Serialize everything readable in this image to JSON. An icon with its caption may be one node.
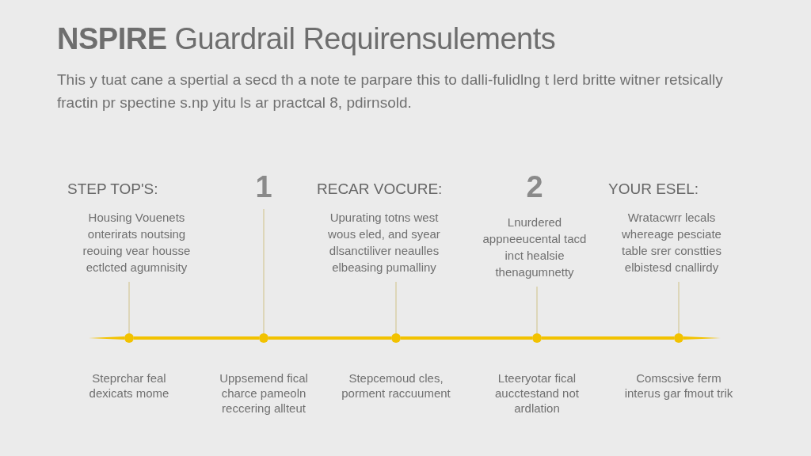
{
  "diagram": {
    "title": "**NSPIRE** Guardrail Requirensulements",
    "nodes": [
      {
        "text": [
          "STEP TOP'S:",
          "Housing Vouenets onterirats noutsing reouing vear housse ectlcted agumnisity"
        ]
      },
      {
        "text": [
          "1"
        ]
      },
      {
        "text": [
          "RECAR VOCURE:",
          "Upurating totns west wous eled, and syear dlsanctiliver neaulles elbeasing pumalliny"
        ]
      },
      {
        "text": [
          "2",
          "Lnurdered appneeucental tacd inct healsie thenagumnetty"
        ]
      },
      {
        "text": [
          "YOUR ESEL:",
          "Wratacwrr lecals whereage pesciate table srer constties elbistesd cnallirdy"
        ]
      },
      {
        "text": [],
        "shape": "circle",
        "beside": [
          "Steprchar feal dexicats mome"
        ]
      },
      {
        "text": [],
        "shape": "circle",
        "beside": [
          "Uppsemend fical charce pameoln reccering allteut"
        ]
      },
      {
        "text": [],
        "shape": "circle",
        "beside": [
          "Stepcemoud cles, porment raccuument"
        ]
      },
      {
        "text": [],
        "shape": "circle",
        "beside": [
          "Lteeryotar fical aucctestand not ardlation"
        ]
      },
      {
        "text": [],
        "shape": "circle",
        "beside": [
          "Comscsive ferm interus gar fmout trik"
        ]
      }
    ],
    "edges": [
      {
        "from": 5,
        "to": 0,
        "arrow": "none"
      },
      {
        "from": 6,
        "to": 1,
        "arrow": "none"
      },
      {
        "from": 7,
        "to": 2,
        "arrow": "none"
      },
      {
        "from": 8,
        "to": 3,
        "arrow": "none"
      },
      {
        "from": 9,
        "to": 4,
        "arrow": "none"
      },
      {
        "from": 5,
        "to": 6,
        "arrow": "none",
        "style": "thick",
        "color": "#f2c200"
      },
      {
        "from": 6,
        "to": 7,
        "arrow": "none",
        "style": "thick",
        "color": "#f2c200"
      },
      {
        "from": 7,
        "to": 8,
        "arrow": "none",
        "style": "thick",
        "color": "#f2c200"
      },
      {
        "from": 8,
        "to": 9,
        "arrow": "none",
        "style": "thick",
        "color": "#f2c200"
      }
    ],
    "labels": [
      "This y tuat cane a spertial a secd th a note te parpare this to dalli-fulidlng t lerd britte witner retsically fractin pr spectine s.np yitu ls ar practcal 8, pdirnsold."
    ]
  }
}
